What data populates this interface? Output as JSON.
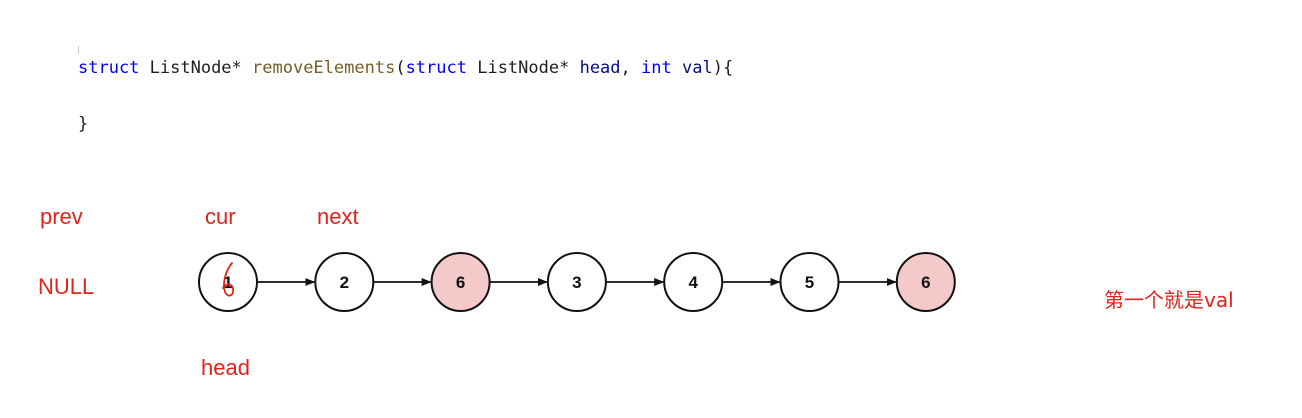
{
  "code": {
    "signature": {
      "kw_struct1": "struct",
      "type1": " ListNode* ",
      "func": "removeElements",
      "paren_open": "(",
      "kw_struct2": "struct",
      "type2": " ListNode* ",
      "param1": "head",
      "comma": ", ",
      "kw_int": "int",
      "space": " ",
      "param2": "val",
      "paren_close": "){"
    },
    "closing": "}"
  },
  "labels": {
    "prev": "prev",
    "null": "NULL",
    "cur": "cur",
    "next": "next",
    "head": "head",
    "note": "第一个就是val"
  },
  "list": {
    "nodes": [
      {
        "value": "1",
        "highlight": false
      },
      {
        "value": "2",
        "highlight": false
      },
      {
        "value": "6",
        "highlight": true
      },
      {
        "value": "3",
        "highlight": false
      },
      {
        "value": "4",
        "highlight": false
      },
      {
        "value": "5",
        "highlight": false
      },
      {
        "value": "6",
        "highlight": true
      }
    ],
    "colors": {
      "stroke": "#111111",
      "fill": "#ffffff",
      "highlight_fill": "#f3c9c9",
      "annotation": "#e0231b"
    }
  }
}
